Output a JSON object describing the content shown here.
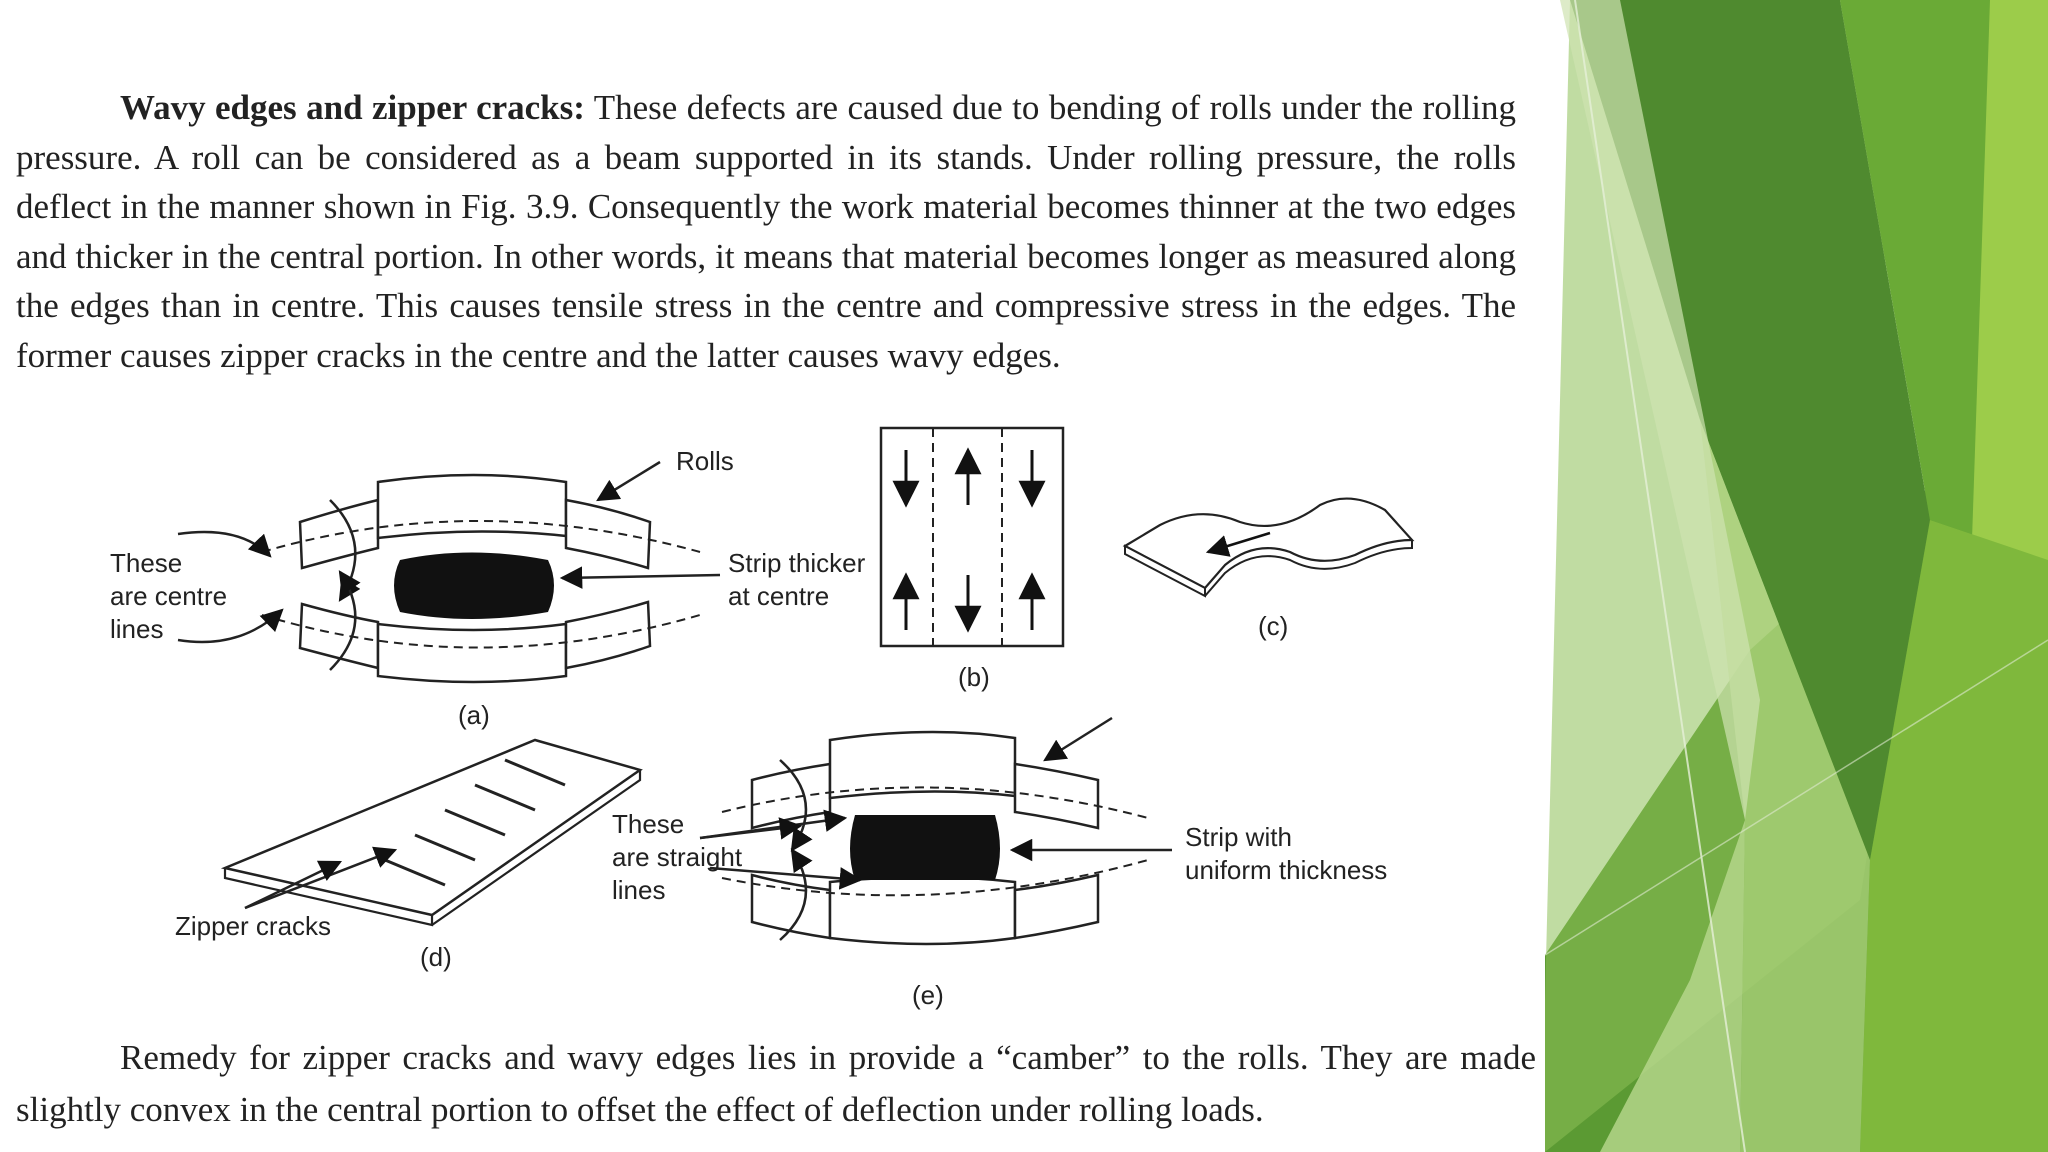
{
  "paragraph1": {
    "bold_lead": "Wavy edges and zipper cracks:",
    "text": " These defects are caused due to bending of rolls under the rolling pressure. A roll can be considered as a beam supported in its stands. Under rolling pressure, the rolls deflect in the manner shown in Fig. 3.9. Consequently the work material becomes thinner at the two edges and thicker in the central portion. In other words, it means that material becomes longer as measured along the edges than in centre. This causes tensile stress in the centre and compressive stress in the edges. The former causes zipper cracks in the centre and the latter causes wavy edges."
  },
  "figure": {
    "a": {
      "rolls_label": "Rolls",
      "centre_lines_label": [
        "These",
        "are centre",
        "lines"
      ],
      "strip_label": [
        "Strip thicker",
        "at centre"
      ],
      "caption": "(a)"
    },
    "b": {
      "caption": "(b)"
    },
    "c": {
      "caption": "(c)"
    },
    "d": {
      "label": "Zipper cracks",
      "caption": "(d)"
    },
    "e": {
      "straight_lines_label": [
        "These",
        "are straight",
        "lines"
      ],
      "strip_label": [
        "Strip with",
        "uniform thickness"
      ],
      "caption": "(e)"
    }
  },
  "paragraph2": {
    "text": "Remedy for zipper cracks and wavy edges lies in provide a “camber” to the rolls. They are made slightly convex in the central portion to offset the effect of deflection under rolling loads."
  },
  "theme": {
    "green_dark": "#4e8f34",
    "green_mid": "#6aa83a",
    "green_light": "#8dc63f"
  }
}
